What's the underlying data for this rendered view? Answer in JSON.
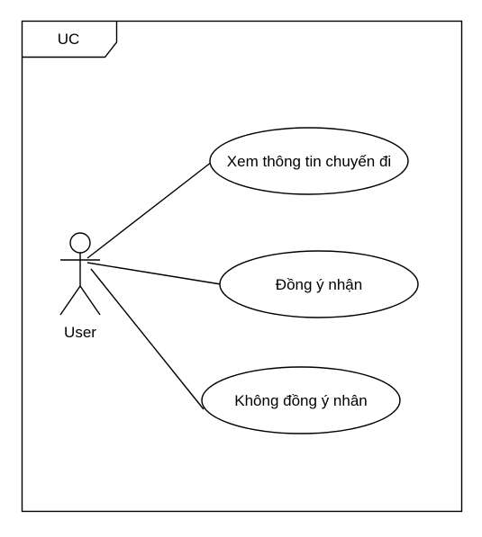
{
  "frame": {
    "title": "UC"
  },
  "actor": {
    "name": "User"
  },
  "use_cases": [
    {
      "label": "Xem thông tin chuyến đi"
    },
    {
      "label": "Đồng ý nhận"
    },
    {
      "label": "Không đồng ý nhân"
    }
  ],
  "colors": {
    "stroke": "#000000",
    "background": "#ffffff"
  }
}
